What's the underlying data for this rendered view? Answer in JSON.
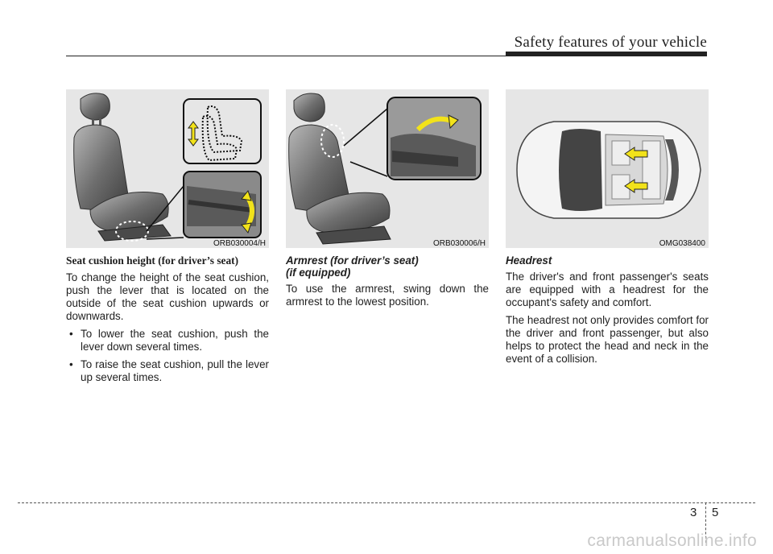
{
  "header": {
    "title": "Safety features of your vehicle"
  },
  "figures": [
    {
      "code": "ORB030004/H"
    },
    {
      "code": "ORB030006/H"
    },
    {
      "code": "OMG038400"
    }
  ],
  "seat_cushion": {
    "heading": "Seat cushion height (for driver’s seat)",
    "body": "To change the height of the seat cushion, push the lever that is located on the outside of the seat cushion upwards or downwards.",
    "bullets": [
      "To lower the seat cushion, push the lever down several times.",
      "To raise the seat cushion, pull the lever up several times."
    ],
    "bullet_glyph": "•"
  },
  "armrest": {
    "heading_line1": "Armrest (for driver’s seat)",
    "heading_line2": "(if equipped)",
    "body": "To use the armrest, swing down the armrest to the lowest position."
  },
  "headrest": {
    "heading": "Headrest",
    "para1": "The driver's and front passenger's seats are equipped with a headrest for the occupant's safety and comfort.",
    "para2": "The headrest not only provides comfort for the driver and front passenger, but also helps to protect the head and neck in the event of a collision."
  },
  "footer": {
    "chapter": "3",
    "page": "5"
  },
  "watermark": "carmanualsonline.info",
  "colors": {
    "arrow": "#f2e21a",
    "figure_bg": "#e6e6e6"
  }
}
